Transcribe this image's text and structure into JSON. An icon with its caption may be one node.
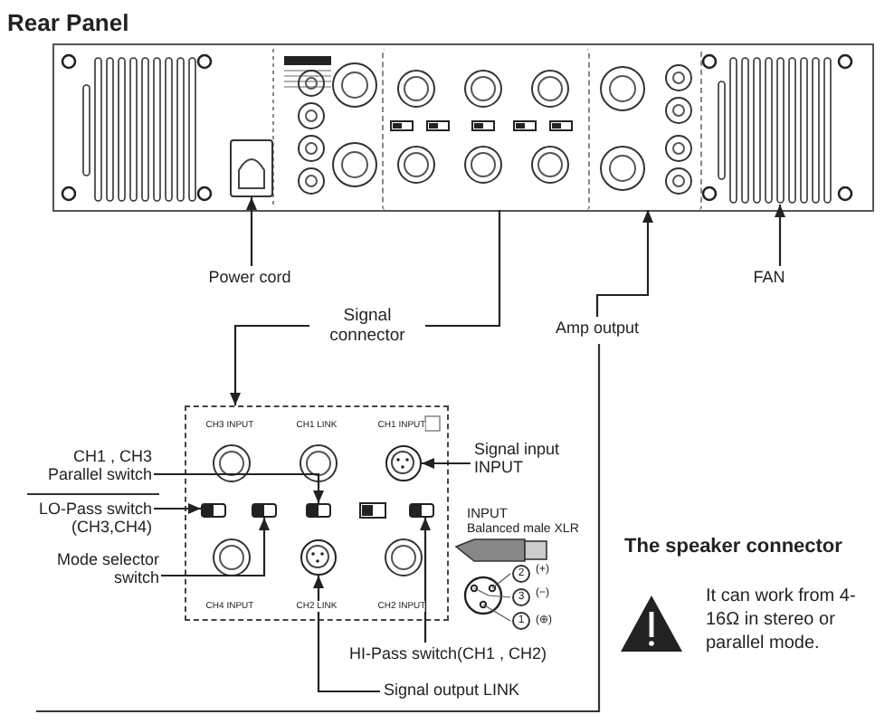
{
  "diagram": {
    "nodes": [
      {
        "text": [],
        "shape": "picture"
      },
      {
        "text": [],
        "shape": "box",
        "in": 0
      },
      {
        "text": [],
        "shape": "box",
        "in": 0
      },
      {
        "text": [],
        "shape": "box",
        "in": 0
      },
      {
        "text": [],
        "shape": "box",
        "in": 0
      },
      {
        "text": [
          "Power cord"
        ]
      },
      {
        "text": [
          "Amp output"
        ]
      },
      {
        "text": [
          "FAN"
        ]
      },
      {
        "text": [],
        "shape": "picture"
      },
      {
        "text": [],
        "shape": "box",
        "in": 8
      },
      {
        "text": [],
        "shape": "box",
        "in": 8
      },
      {
        "text": [],
        "shape": "box",
        "in": 8
      },
      {
        "text": [],
        "shape": "box",
        "in": 8
      },
      {
        "text": [],
        "shape": "circle",
        "in": 8
      },
      {
        "text": [],
        "shape": "circle",
        "in": 8
      },
      {
        "text": [
          "CH1 , CH3 Parallel switch"
        ]
      },
      {
        "text": [
          "LO-Pass switch (CH3,CH4)"
        ]
      },
      {
        "text": [
          "Mode selector switch"
        ]
      },
      {
        "text": [
          "Signal input INPUT"
        ]
      },
      {
        "text": [
          "HI-Pass switch(CH1 , CH2)"
        ]
      },
      {
        "text": [
          "Signal output LINK"
        ]
      }
    ],
    "edges": [
      {
        "from": 5,
        "to": 1,
        "arrow": "to"
      },
      {
        "from": 2,
        "to": 8,
        "arrow": "to",
        "label": "Signal connector"
      },
      {
        "from": 6,
        "to": 3,
        "arrow": "to"
      },
      {
        "from": 7,
        "to": 4,
        "arrow": "to"
      },
      {
        "from": 15,
        "to": 11,
        "arrow": "to"
      },
      {
        "from": 16,
        "to": 9,
        "arrow": "to"
      },
      {
        "from": 17,
        "to": 10,
        "arrow": "to"
      },
      {
        "from": 18,
        "to": 13,
        "arrow": "to"
      },
      {
        "from": 19,
        "to": 12,
        "arrow": "to"
      },
      {
        "from": 20,
        "to": 14,
        "arrow": "to"
      }
    ],
    "labels": [
      "Rear Panel",
      "CH3 INPUT",
      "CH1 LINK",
      "CH1 INPUT",
      "CH4 INPUT",
      "CH2 LINK",
      "CH2 INPUT",
      "INPUT",
      "Balanced male XLR",
      "2",
      "(+)",
      "3",
      "(−)",
      "1",
      "(⊕)",
      "The speaker connector",
      "It can work from 4-16Ω in stereo or parallel mode."
    ]
  }
}
